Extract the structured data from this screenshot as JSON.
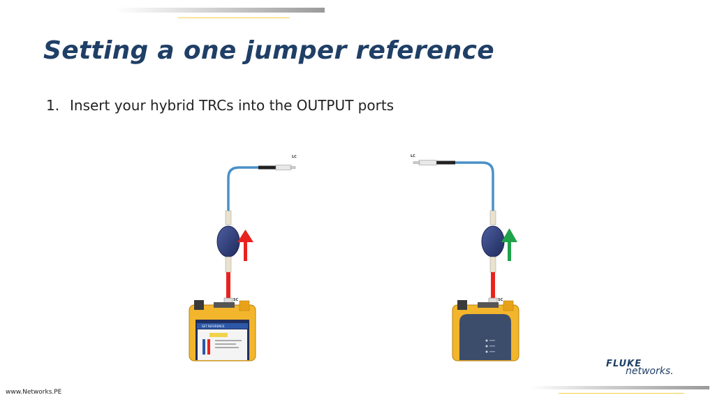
{
  "slide": {
    "title": "Setting a one jumper reference",
    "step_number": "1.",
    "step_text": "Insert your hybrid TRCs into the OUTPUT ports"
  },
  "diagram": {
    "left": {
      "top_connector_label": "LC",
      "bottom_connector_label": "SC",
      "arrow_color": "#e8231f"
    },
    "right": {
      "top_connector_label": "LC",
      "bottom_connector_label": "SC",
      "arrow_color": "#1ea34a"
    },
    "screen_header": "SET REFERENCE"
  },
  "footer": {
    "url": "www.Networks.PE",
    "logo_line1": "FLUKE",
    "logo_line2": "networks."
  },
  "colors": {
    "title": "#1f3f66",
    "device_body": "#f2b52c",
    "cable": "#4a90c8",
    "module": "#2e3d78"
  }
}
